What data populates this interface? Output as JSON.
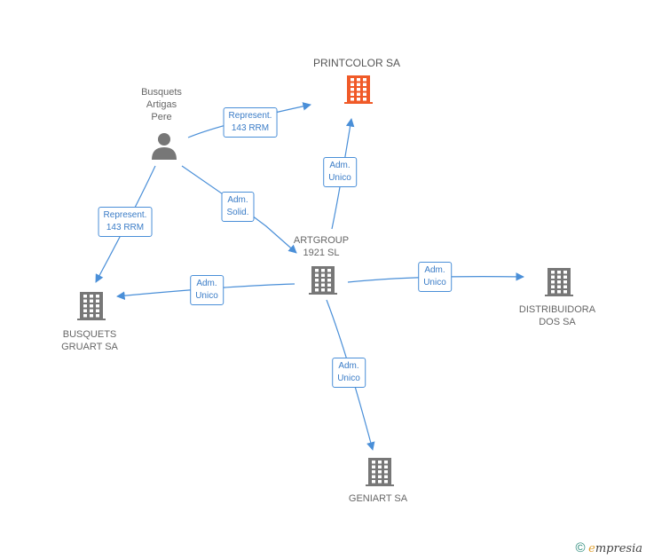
{
  "colors": {
    "edge": "#4a8fd8",
    "node": "#777777",
    "highlight": "#f05a28"
  },
  "nodes": {
    "busquets_artigas_pere": {
      "lines": [
        "Busquets",
        "Artigas",
        "Pere"
      ],
      "icon": "person-icon"
    },
    "printcolor": {
      "lines": [
        "PRINTCOLOR SA"
      ],
      "icon": "building-icon",
      "highlight": true
    },
    "artgroup": {
      "lines": [
        "ARTGROUP",
        "1921 SL"
      ],
      "icon": "building-icon"
    },
    "busquets_gruart": {
      "lines": [
        "BUSQUETS",
        "GRUART SA"
      ],
      "icon": "building-icon"
    },
    "distribuidora": {
      "lines": [
        "DISTRIBUIDORA",
        "DOS SA"
      ],
      "icon": "building-icon"
    },
    "geniart": {
      "lines": [
        "GENIART SA"
      ],
      "icon": "building-icon"
    }
  },
  "edges": [
    {
      "from": "busquets_artigas_pere",
      "to": "printcolor",
      "label": [
        "Represent.",
        "143 RRM"
      ]
    },
    {
      "from": "busquets_artigas_pere",
      "to": "busquets_gruart",
      "label": [
        "Represent.",
        "143 RRM"
      ]
    },
    {
      "from": "busquets_artigas_pere",
      "to": "artgroup",
      "label": [
        "Adm.",
        "Solid."
      ]
    },
    {
      "from": "artgroup",
      "to": "printcolor",
      "label": [
        "Adm.",
        "Unico"
      ]
    },
    {
      "from": "artgroup",
      "to": "busquets_gruart",
      "label": [
        "Adm.",
        "Unico"
      ]
    },
    {
      "from": "artgroup",
      "to": "distribuidora",
      "label": [
        "Adm.",
        "Unico"
      ]
    },
    {
      "from": "artgroup",
      "to": "geniart",
      "label": [
        "Adm.",
        "Unico"
      ]
    }
  ],
  "footer": {
    "copyright": "©",
    "brand_first": "e",
    "brand_rest": "mpresia"
  }
}
